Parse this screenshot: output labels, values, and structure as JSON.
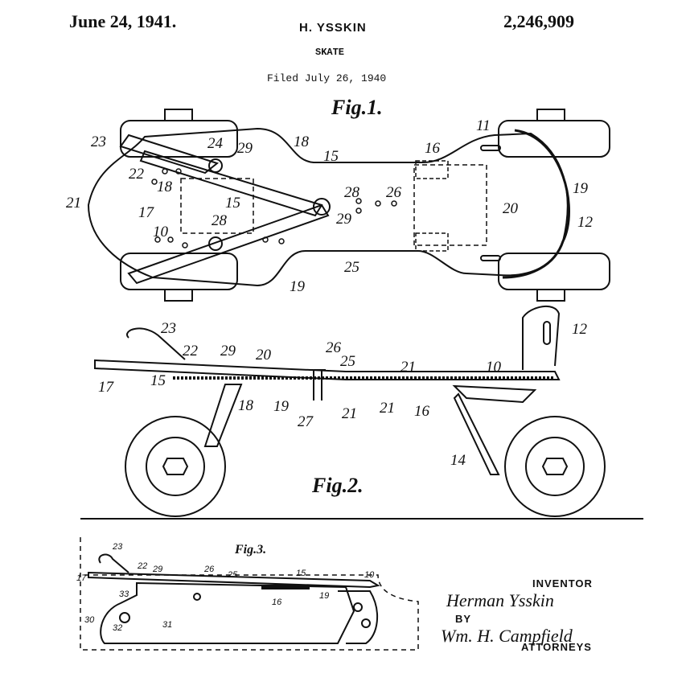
{
  "header": {
    "date": "June 24, 1941.",
    "inventor": "H. YSSKIN",
    "patent_number": "2,246,909",
    "title": "SKATE",
    "filed": "Filed July 26, 1940"
  },
  "figures": {
    "fig1": "Fig.1.",
    "fig2": "Fig.2.",
    "fig3": "Fig.3."
  },
  "fig1_labels": [
    "23",
    "24",
    "29",
    "18",
    "15",
    "16",
    "11",
    "22",
    "28",
    "26",
    "21",
    "17",
    "15",
    "20",
    "19",
    "12",
    "10",
    "28",
    "29",
    "25",
    "19",
    "18"
  ],
  "fig2_labels": [
    "23",
    "22",
    "29",
    "20",
    "26",
    "25",
    "21",
    "10",
    "12",
    "17",
    "15",
    "18",
    "19",
    "27",
    "21",
    "21",
    "16",
    "14"
  ],
  "fig3_labels": [
    "23",
    "22",
    "29",
    "26",
    "25",
    "15",
    "10",
    "17",
    "33",
    "16",
    "19",
    "30",
    "32",
    "31"
  ],
  "signature_block": {
    "inventor_heading": "INVENTOR",
    "inventor_signature": "Herman Ysskin",
    "by": "BY",
    "attorney_signature": "Wm. H. Campfield",
    "attorneys": "ATTORNEYS"
  }
}
